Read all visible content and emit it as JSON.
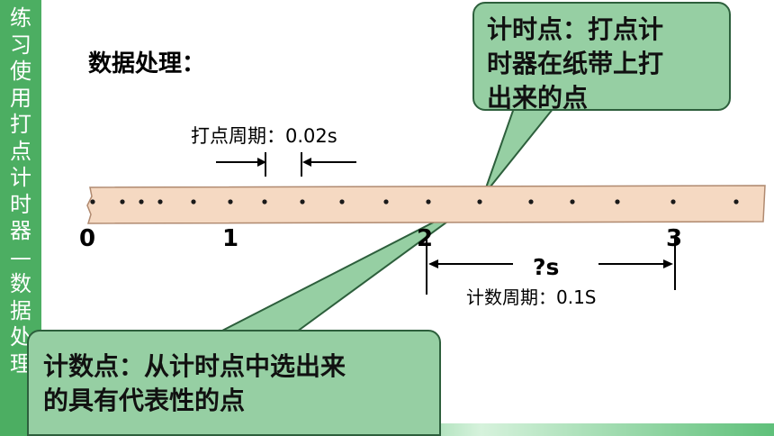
{
  "sidebar": {
    "chars": [
      "练",
      "习",
      "使",
      "用",
      "打",
      "点",
      "计",
      "时",
      "器",
      "—",
      "数",
      "据",
      "处",
      "理"
    ]
  },
  "heading": "数据处理：",
  "period_label": "打点周期：0.02s",
  "count_label": "计数周期：0.1S",
  "unknown_label": "?s",
  "tape_numbers": [
    "0",
    "1",
    "2",
    "3"
  ],
  "callout_timing": {
    "line1": "计时点：打点计",
    "line2": "时器在纸带上打",
    "line3": "出来的点"
  },
  "callout_counting": {
    "line1": "计数点：从计时点中选出来",
    "line2": "的具有代表性的点"
  },
  "colors": {
    "sidebar": "#4cae62",
    "callout_fill": "#96cfa3",
    "callout_border": "#2d5f3c",
    "tape": "#f5d9c2",
    "dot": "#1a1a1a"
  }
}
